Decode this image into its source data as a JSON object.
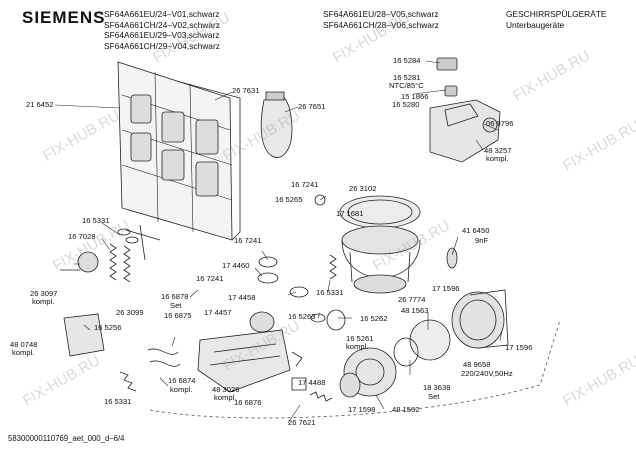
{
  "brand": "SIEMENS",
  "header": {
    "models_left": [
      "SF64A661EU/24–V01,schwarz",
      "SF64A661CH/24–V02,schwarz",
      "SF64A661EU/29–V03,schwarz",
      "SF64A661CH/29–V04,schwarz"
    ],
    "models_mid": [
      "SF64A661EU/28–V05,schwarz",
      "SF64A661CH/28–V06,schwarz"
    ],
    "category": [
      "GESCHIRRSPÜLGERÄTE",
      "Unterbaugeräte"
    ]
  },
  "watermark": "FIX-HUB.RU",
  "footer": "58300000110769_aet_000_d–6/4",
  "part_labels": {
    "p267631": "26 7631",
    "p216452": "21 6452",
    "p267651": "26 7651",
    "p165284": "16 5284",
    "p165281": "16 5281",
    "ntc": "NTC/85°C",
    "p151866": "15 1866",
    "p165280": "16 5280",
    "p069796": "06 9796",
    "p483257": "48 3257",
    "kompl": "kompl.",
    "p167241a": "16 7241",
    "p263102": "26 3102",
    "p165265": "16 5265",
    "p171681": "17 1681",
    "p165331a": "16 5331",
    "p167028": "16 7028",
    "p167241b": "16 7241",
    "p174460": "17 4460",
    "p167241c": "16 7241",
    "p416450": "41 6450",
    "cap": "9nF",
    "p263097": "26 3097",
    "p166878": "16 6878",
    "set": "Set",
    "p174458": "17 4458",
    "p165331b": "16 5331",
    "p171596a": "17 1596",
    "p267774": "26 7774",
    "p263099": "26 3099",
    "p166875": "16 6875",
    "p174457": "17 4457",
    "p165263": "16 5263",
    "p165262": "16 5262",
    "p481563": "48 1563",
    "p171596b": "17 1596",
    "p165256": "16 5256",
    "p165261": "16 5261",
    "p480748": "48 0748",
    "p489658": "48 9658",
    "voltage": "220/240V,50Hz",
    "p166874": "16 6874",
    "p174488": "17 4488",
    "p183638": "18 3638",
    "p165331c": "16 5331",
    "p483026": "48 3026",
    "p166876": "16 6876",
    "p171598": "17 1598",
    "p481562": "48 1562",
    "p267621": "26 7621"
  }
}
